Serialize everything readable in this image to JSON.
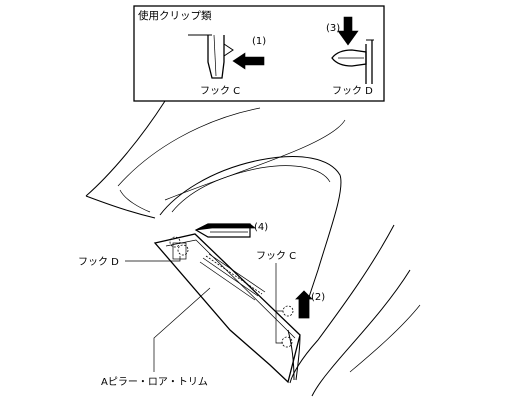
{
  "inset": {
    "title": "使用クリップ類",
    "left_caption": "フック C",
    "right_caption": "フック D",
    "step_left": "(1)",
    "step_right": "(3)"
  },
  "main": {
    "step_upper": "(4)",
    "step_lower": "(2)",
    "hook_d_label": "フック D",
    "hook_c_label": "フック C",
    "part_label": "Aピラー・ロア・トリム"
  }
}
